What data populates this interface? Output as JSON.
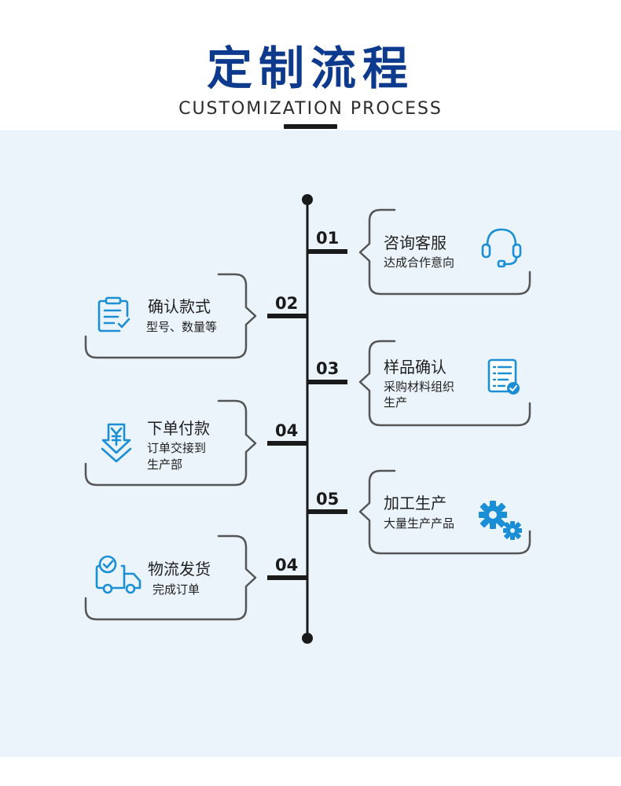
{
  "header": {
    "title": "定制流程",
    "subtitle": "CUSTOMIZATION PROCESS"
  },
  "colors": {
    "title": "#0d3a8c",
    "icon": "#1a8fd6",
    "line": "#1a1a1a",
    "bubble": "#555555",
    "panel": "#ecf4fb"
  },
  "steps": [
    {
      "number": "01",
      "title": "咨询客服",
      "desc": [
        "达成合作意向"
      ],
      "side": "right",
      "icon": "headset-icon"
    },
    {
      "number": "02",
      "title": "确认款式",
      "desc": [
        "型号、数量等"
      ],
      "side": "left",
      "icon": "clipboard-icon"
    },
    {
      "number": "03",
      "title": "样品确认",
      "desc": [
        "采购材料组织",
        "生产"
      ],
      "side": "right",
      "icon": "checklist-icon"
    },
    {
      "number": "04",
      "title": "下单付款",
      "desc": [
        "订单交接到",
        "生产部"
      ],
      "side": "left",
      "icon": "yen-download-icon"
    },
    {
      "number": "05",
      "title": "加工生产",
      "desc": [
        "大量生产产品"
      ],
      "side": "right",
      "icon": "gears-icon"
    },
    {
      "number": "04",
      "title": "物流发货",
      "desc": [
        "完成订单"
      ],
      "side": "left",
      "icon": "delivery-truck-icon"
    }
  ]
}
